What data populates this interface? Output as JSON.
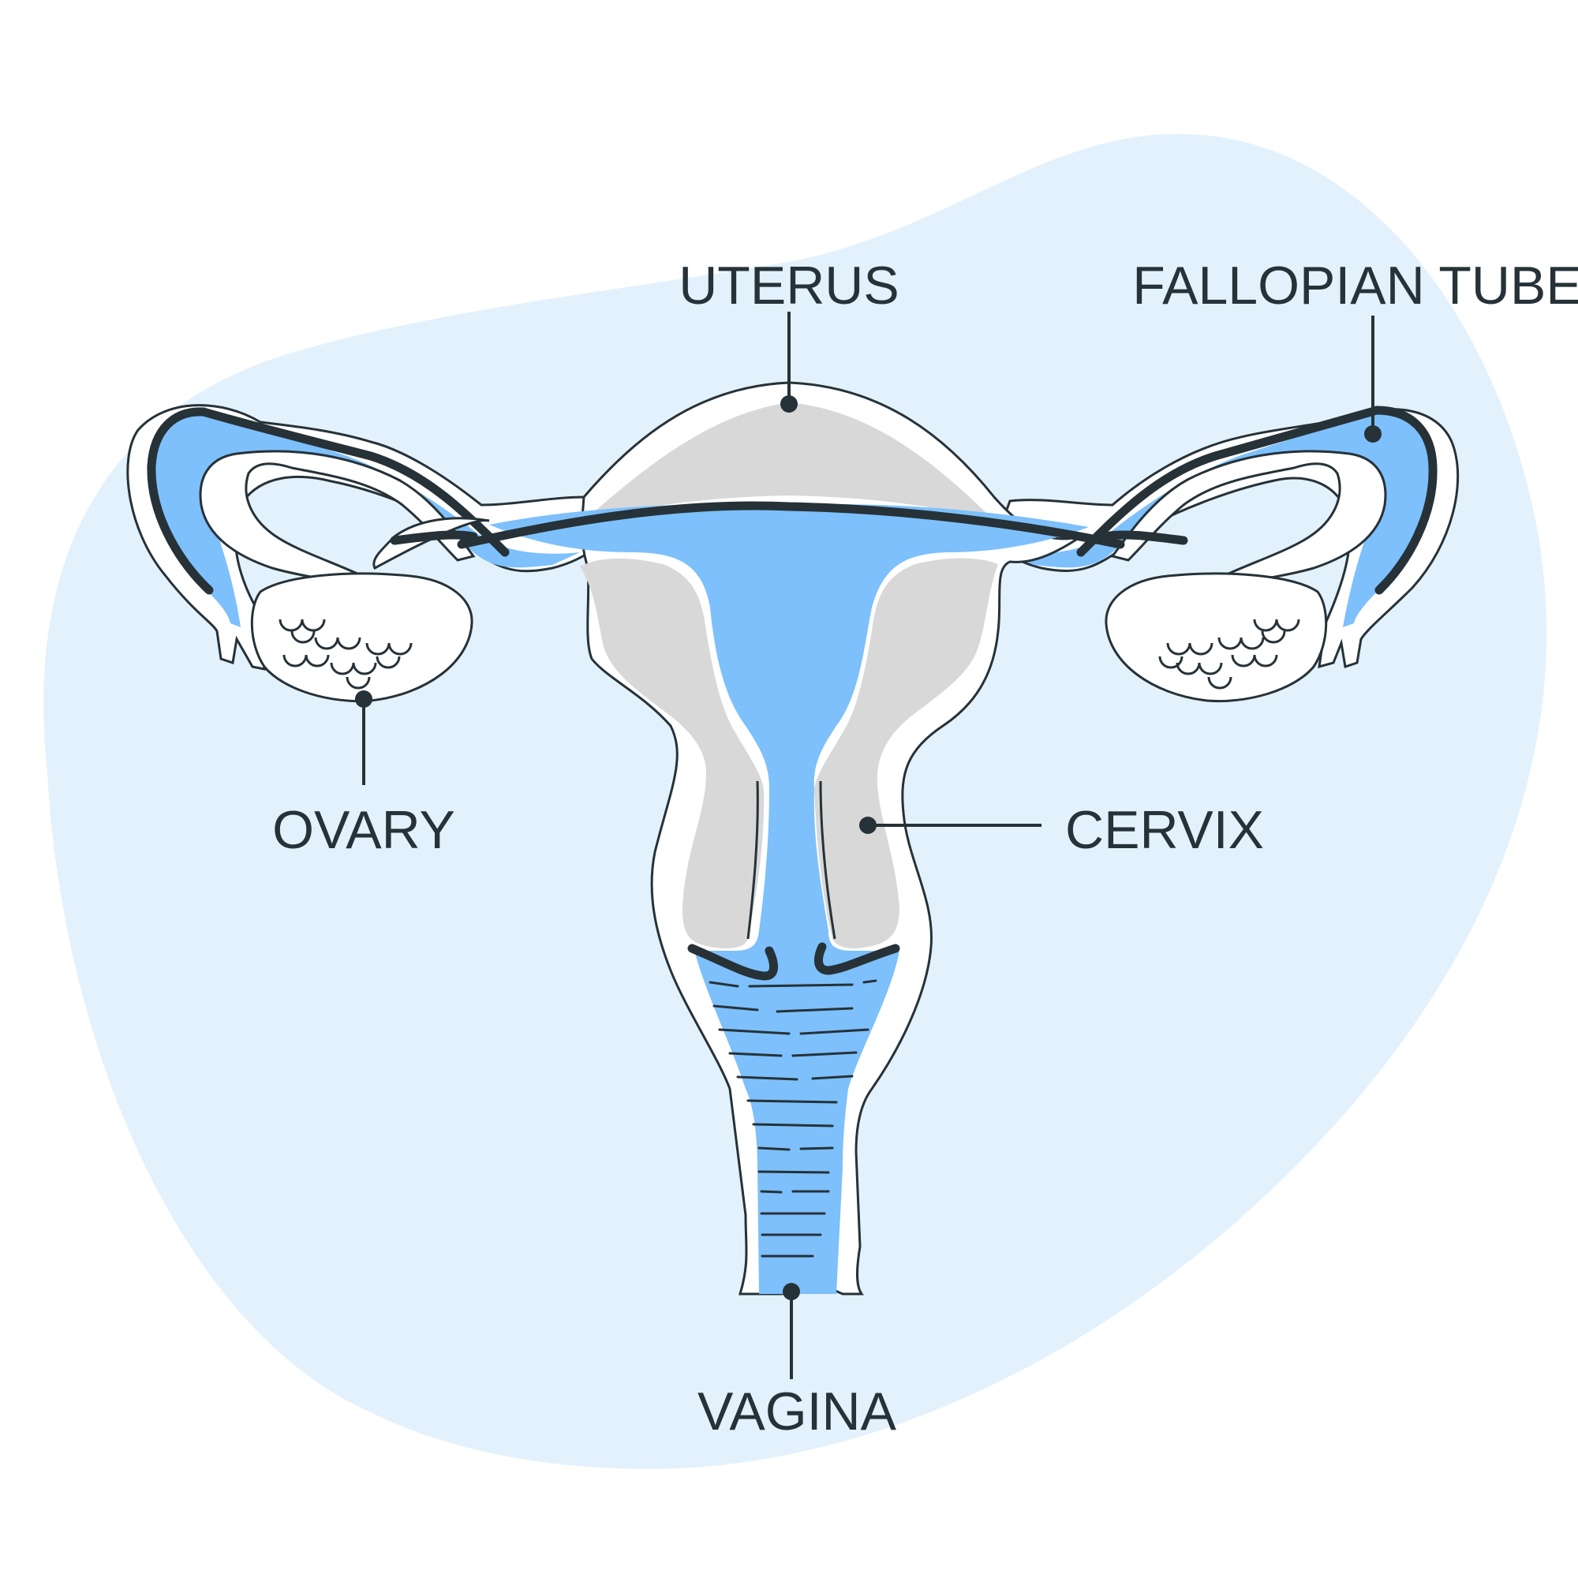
{
  "colors": {
    "background_blob": "#E3F1FC",
    "organ_blue": "#7DC0FB",
    "tissue_gray": "#D8D8D8",
    "outline": "#263238",
    "white": "#FFFFFF"
  },
  "labels": {
    "uterus": "UTERUS",
    "fallopian_tube": "FALLOPIAN TUBE",
    "ovary": "OVARY",
    "cervix": "CERVIX",
    "vagina": "VAGINA"
  }
}
